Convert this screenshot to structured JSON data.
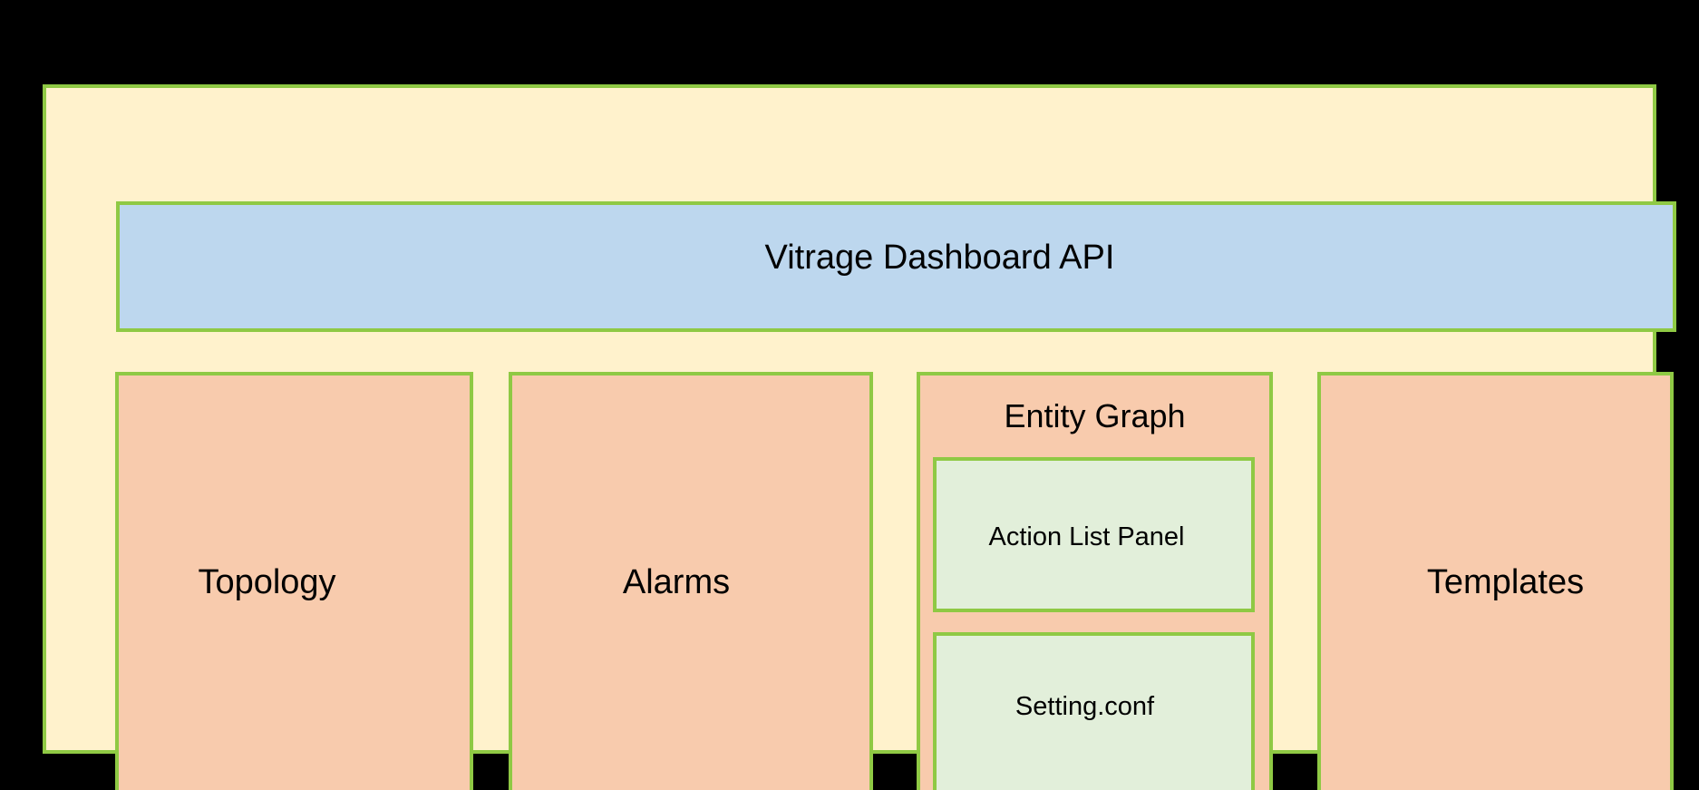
{
  "diagram": {
    "api_box": {
      "label": "Vitrage Dashboard API"
    },
    "panels": [
      {
        "id": "topology",
        "label": "Topology"
      },
      {
        "id": "alarms",
        "label": "Alarms"
      },
      {
        "id": "entity-graph",
        "label": "Entity Graph",
        "children": [
          {
            "id": "action-list-panel",
            "label": "Action List Panel"
          },
          {
            "id": "setting-conf",
            "label": "Setting.conf"
          }
        ]
      },
      {
        "id": "templates",
        "label": "Templates"
      }
    ],
    "colors": {
      "background": "#000000",
      "container_fill": "#FFF2CC",
      "border_green": "#8FC944",
      "api_fill": "#BDD7EE",
      "panel_fill": "#F8CBAD",
      "subpanel_fill": "#E2EFDA",
      "text": "#000000"
    }
  }
}
